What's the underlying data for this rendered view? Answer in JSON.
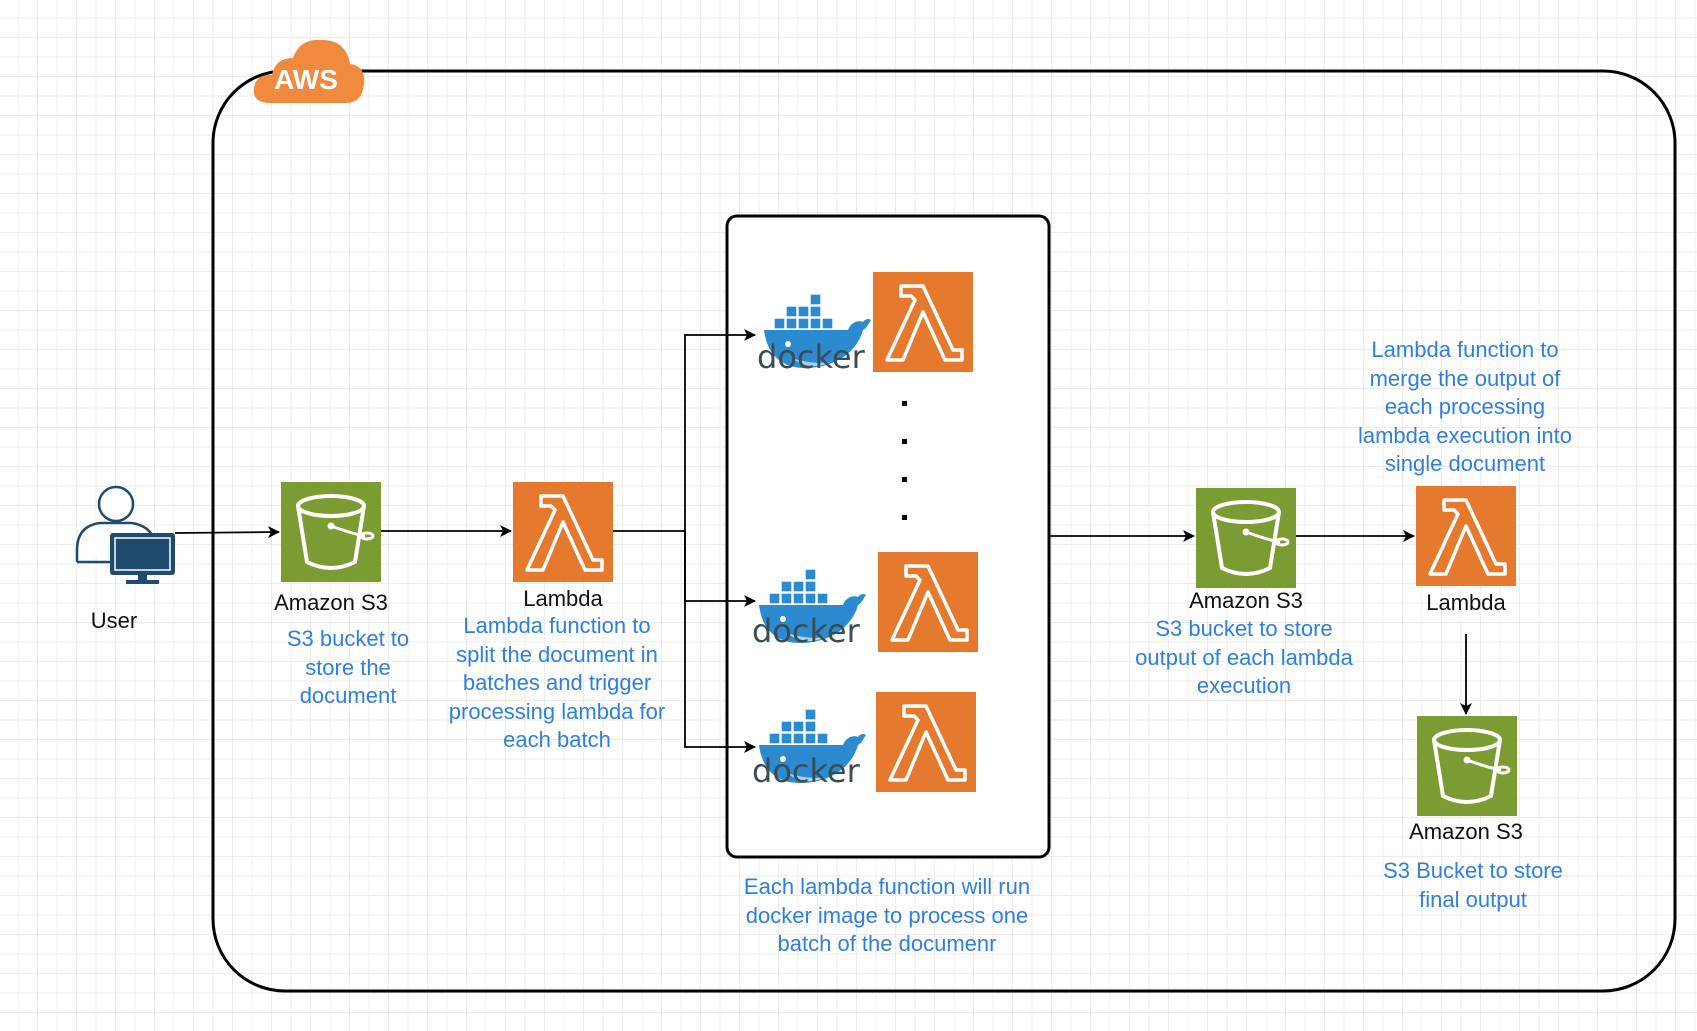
{
  "aws_group": {
    "badge": "AWS"
  },
  "user": {
    "label": "User"
  },
  "s3_input": {
    "label": "Amazon S3",
    "description": "S3 bucket to\nstore the\ndocument"
  },
  "lambda_splitter": {
    "label": "Lambda",
    "description": "Lambda function to\nsplit the document in\nbatches and trigger\nprocessing lambda for\neach batch"
  },
  "processing_group": {
    "docker_text": "docker",
    "ellipsis": ".\n.\n.\n.",
    "description": "Each lambda function will run\ndocker image to process one\nbatch of the documenr"
  },
  "s3_intermediate": {
    "label": "Amazon S3",
    "description": "S3 bucket to store\noutput of each lambda\nexecution"
  },
  "lambda_merge": {
    "label": "Lambda",
    "description": "Lambda function to\nmerge the output of\neach processing\nlambda execution into\nsingle document"
  },
  "s3_output": {
    "label": "Amazon S3",
    "description": "S3 Bucket to store\nfinal output"
  },
  "colors": {
    "s3_green": "#7a9c32",
    "lambda_orange": "#e57a2e",
    "docker_blue": "#2b8ad0",
    "docker_text": "#394d54",
    "annotation_blue": "#2f7fe0",
    "aws_cloud_orange": "#f08a3e",
    "user_icon": "#1f4b6e"
  },
  "icons": {
    "s3": "s3-bucket-icon",
    "lambda": "lambda-icon",
    "docker": "docker-whale-icon",
    "user": "user-workstation-icon",
    "aws": "aws-cloud-icon"
  }
}
